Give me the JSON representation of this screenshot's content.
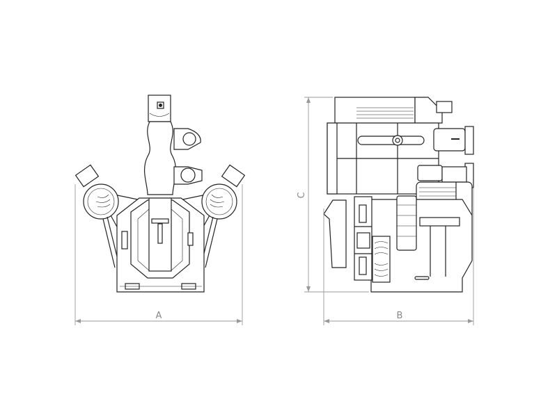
{
  "drawing": {
    "dimensions": [
      {
        "id": "width-front",
        "label": "A"
      },
      {
        "id": "width-side",
        "label": "B"
      },
      {
        "id": "height",
        "label": "C"
      }
    ],
    "line_color": "#222222",
    "dimension_color": "#999999"
  }
}
